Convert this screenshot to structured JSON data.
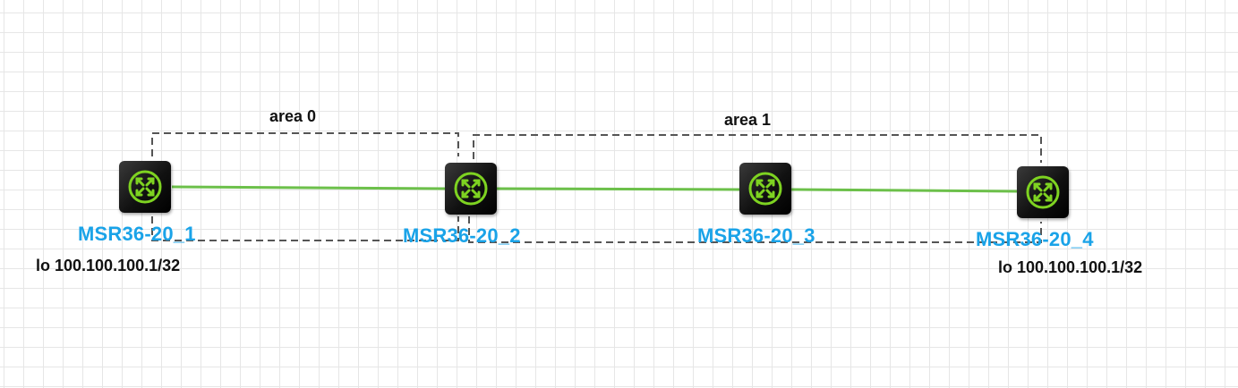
{
  "areas": [
    {
      "label": "area 0"
    },
    {
      "label": "area 1"
    }
  ],
  "devices": [
    {
      "name": "MSR36-20_1",
      "icon": "router-icon"
    },
    {
      "name": "MSR36-20_2",
      "icon": "router-icon"
    },
    {
      "name": "MSR36-20_3",
      "icon": "router-icon"
    },
    {
      "name": "MSR36-20_4",
      "icon": "router-icon"
    }
  ],
  "loopbacks": [
    {
      "text": "lo 100.100.100.1/32"
    },
    {
      "text": "lo 100.100.100.1/32"
    }
  ],
  "colors": {
    "link": "#6cc04a",
    "label": "#1aa3e8",
    "dashed": "#555555",
    "router_arrows": "#7ed321"
  }
}
